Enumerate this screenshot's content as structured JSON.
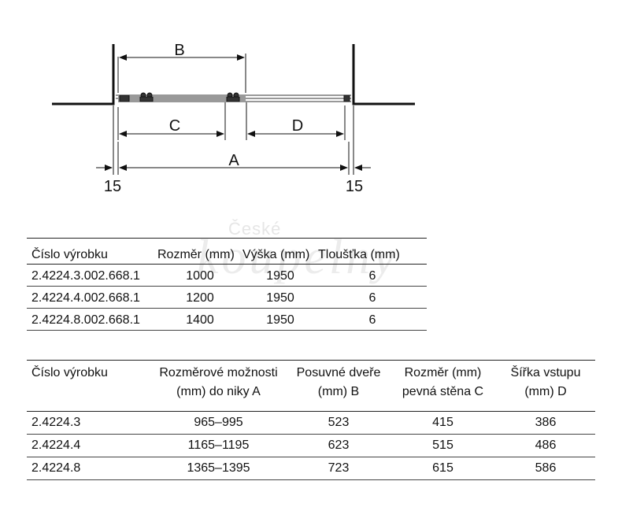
{
  "diagram": {
    "label_a": "A",
    "label_b": "B",
    "label_c": "C",
    "label_d": "D",
    "left_gap": "15",
    "right_gap": "15"
  },
  "watermark": {
    "small": "České",
    "big": "koupelny"
  },
  "table1": {
    "headers": [
      "Číslo výrobku",
      "Rozměr (mm)",
      "Výška (mm)",
      "Tloušťka (mm)"
    ],
    "rows": [
      [
        "2.4224.3.002.668.1",
        "1000",
        "1950",
        "6"
      ],
      [
        "2.4224.4.002.668.1",
        "1200",
        "1950",
        "6"
      ],
      [
        "2.4224.8.002.668.1",
        "1400",
        "1950",
        "6"
      ]
    ]
  },
  "table2": {
    "headers": [
      [
        "Číslo výrobku"
      ],
      [
        "Rozměrové možnosti",
        "(mm) do niky A"
      ],
      [
        "Posuvné dveře",
        "(mm) B"
      ],
      [
        "Rozměr (mm)",
        "pevná stěna C"
      ],
      [
        "Šířka vstupu",
        "(mm) D"
      ]
    ],
    "rows": [
      [
        "2.4224.3",
        "965–995",
        "523",
        "415",
        "386"
      ],
      [
        "2.4224.4",
        "1165–1195",
        "623",
        "515",
        "486"
      ],
      [
        "2.4224.8",
        "1365–1395",
        "723",
        "615",
        "586"
      ]
    ]
  }
}
